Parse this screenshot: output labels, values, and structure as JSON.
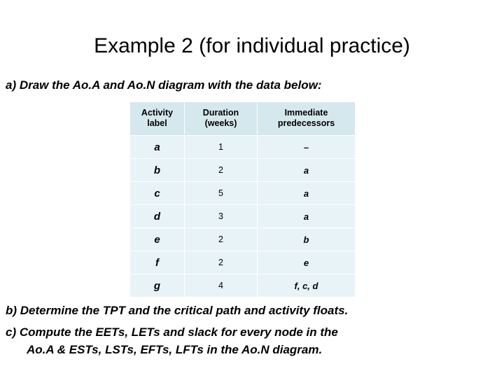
{
  "slide": {
    "title": "Example 2 (for individual practice)",
    "prompt_a": "a) Draw the Ao.A and Ao.N diagram with the data below:",
    "prompt_b": "b) Determine the TPT and the critical path and activity floats.",
    "prompt_c_line1": "c) Compute the EETs, LETs and slack for every node in the",
    "prompt_c_line2": "Ao.A & ESTs, LSTs, EFTs, LFTs in the Ao.N diagram.",
    "colors": {
      "header_bg": "#d5e8ee",
      "cell_bg": "#e8f3f7",
      "text": "#000000",
      "page_bg": "#ffffff"
    }
  },
  "table": {
    "headers": [
      {
        "line1": "Activity",
        "line2": "label"
      },
      {
        "line1": "Duration",
        "line2": "(weeks)"
      },
      {
        "line1": "Immediate",
        "line2": "predecessors"
      }
    ],
    "rows": [
      {
        "label": "a",
        "duration": "1",
        "predecessors": "–"
      },
      {
        "label": "b",
        "duration": "2",
        "predecessors": "a"
      },
      {
        "label": "c",
        "duration": "5",
        "predecessors": "a"
      },
      {
        "label": "d",
        "duration": "3",
        "predecessors": "a"
      },
      {
        "label": "e",
        "duration": "2",
        "predecessors": "b"
      },
      {
        "label": "f",
        "duration": "2",
        "predecessors": "e"
      },
      {
        "label": "g",
        "duration": "4",
        "predecessors": "f, c, d"
      }
    ]
  }
}
